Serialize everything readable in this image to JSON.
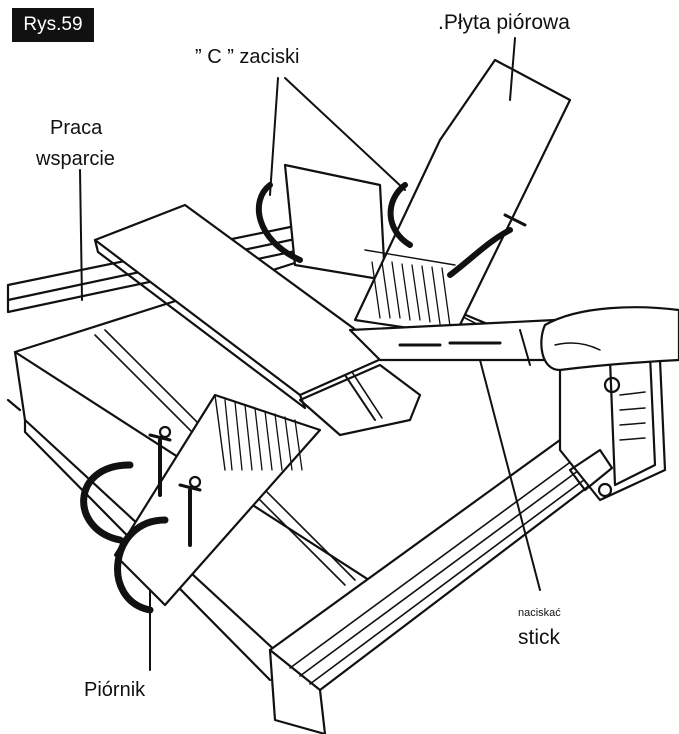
{
  "figure_label": "Rys.59",
  "labels": {
    "feather_board": ".Płyta piórowa",
    "c_clamps": "” C ” zaciski",
    "work_support_line1": "Praca",
    "work_support_line2": "wsparcie",
    "push_stick_line1": "naciskać",
    "push_stick_line2": "stick",
    "feather": "Piórnik"
  },
  "colors": {
    "background": "#ffffff",
    "ink": "#111111",
    "badge": "#111111",
    "badge_text": "#ffffff"
  }
}
